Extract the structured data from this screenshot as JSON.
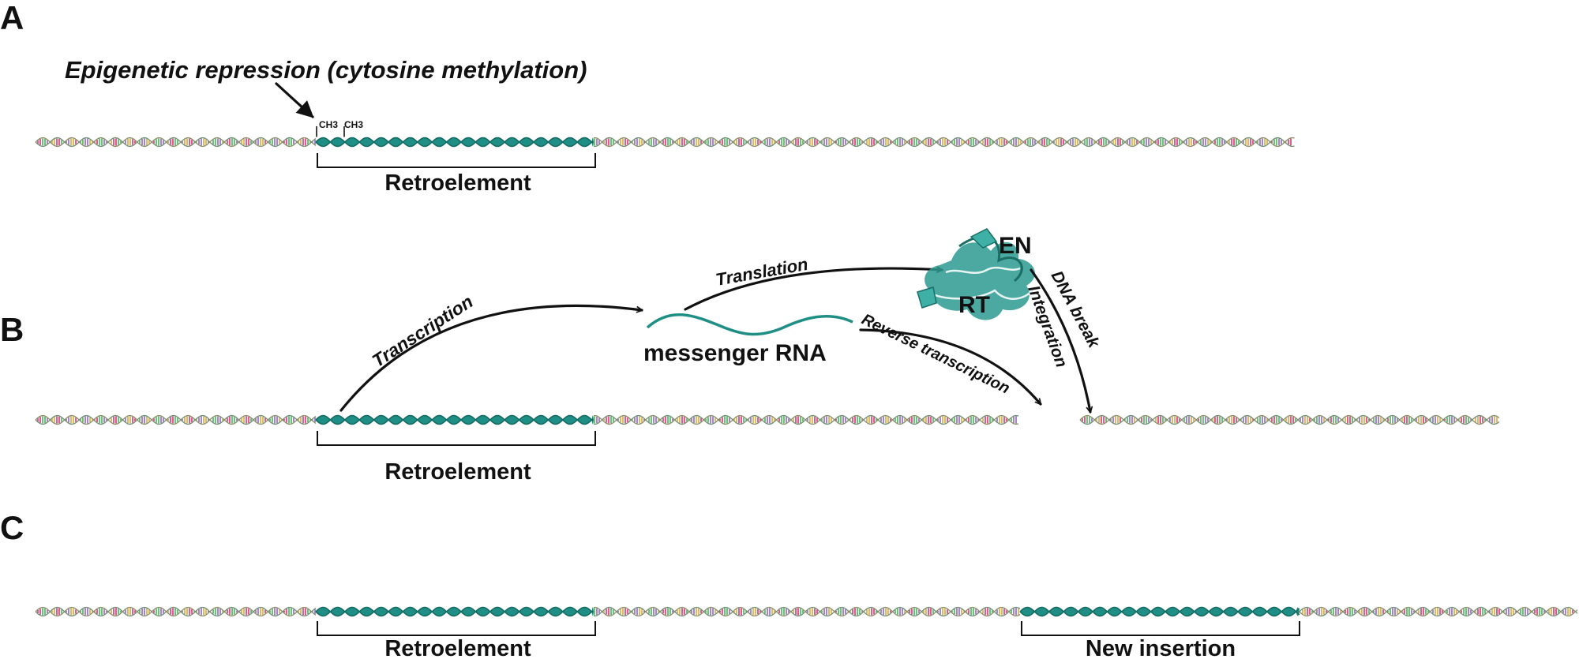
{
  "panels": {
    "a": {
      "letter": "A",
      "annotation": "Epigenetic repression (cytosine methylation)",
      "methyl_1": "CH3",
      "methyl_2": "CH3",
      "bracket_label": "Retroelement"
    },
    "b": {
      "letter": "B",
      "transcription": "Transcription",
      "mrna": "messenger RNA",
      "translation": "Translation",
      "protein_en": "EN",
      "protein_rt": "RT",
      "reverse_transcription": "Reverse transcription",
      "dna_break": "DNA break",
      "integration": "Integration",
      "bracket_label": "Retroelement"
    },
    "c": {
      "letter": "C",
      "bracket_label_1": "Retroelement",
      "bracket_label_2": "New insertion"
    }
  },
  "colors": {
    "retroelement": "#1f8f86",
    "protein": "#2b9a90",
    "rung_red": "#d9376b",
    "rung_green": "#4fae5f",
    "rung_purple": "#8a6bb8",
    "arrow": "#111111"
  }
}
